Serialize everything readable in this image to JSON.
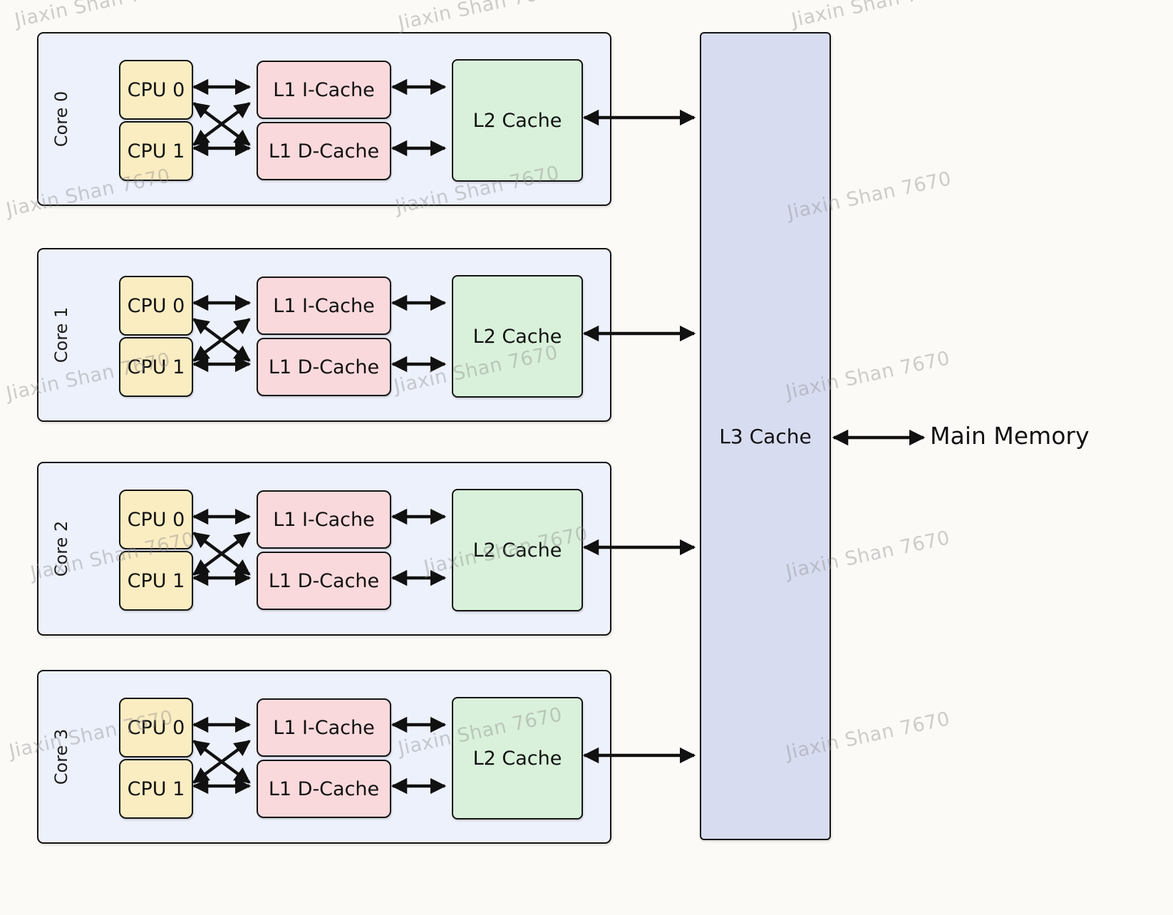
{
  "cores": [
    {
      "label": "Core 0",
      "cpus": [
        "CPU 0",
        "CPU 1"
      ],
      "l1i": "L1 I-Cache",
      "l1d": "L1 D-Cache",
      "l2": "L2 Cache"
    },
    {
      "label": "Core 1",
      "cpus": [
        "CPU 0",
        "CPU 1"
      ],
      "l1i": "L1 I-Cache",
      "l1d": "L1 D-Cache",
      "l2": "L2 Cache"
    },
    {
      "label": "Core 2",
      "cpus": [
        "CPU 0",
        "CPU 1"
      ],
      "l1i": "L1 I-Cache",
      "l1d": "L1 D-Cache",
      "l2": "L2 Cache"
    },
    {
      "label": "Core 3",
      "cpus": [
        "CPU 0",
        "CPU 1"
      ],
      "l1i": "L1 I-Cache",
      "l1d": "L1 D-Cache",
      "l2": "L2 Cache"
    }
  ],
  "l3_cache": {
    "label": "L3 Cache"
  },
  "main_memory": {
    "label": "Main Memory"
  },
  "watermark": {
    "text": "Jiaxin Shan 7670"
  },
  "colors": {
    "page_bg": "#fcfaf7",
    "core_bg": "#edf1fb",
    "cpu_bg": "#fbedc2",
    "l1_bg": "#fad9dc",
    "l2_bg": "#d9f1da",
    "l3_bg": "#d8dcf0",
    "border": "#141414",
    "arrow": "#111111",
    "watermark": "#8c8c8c"
  }
}
